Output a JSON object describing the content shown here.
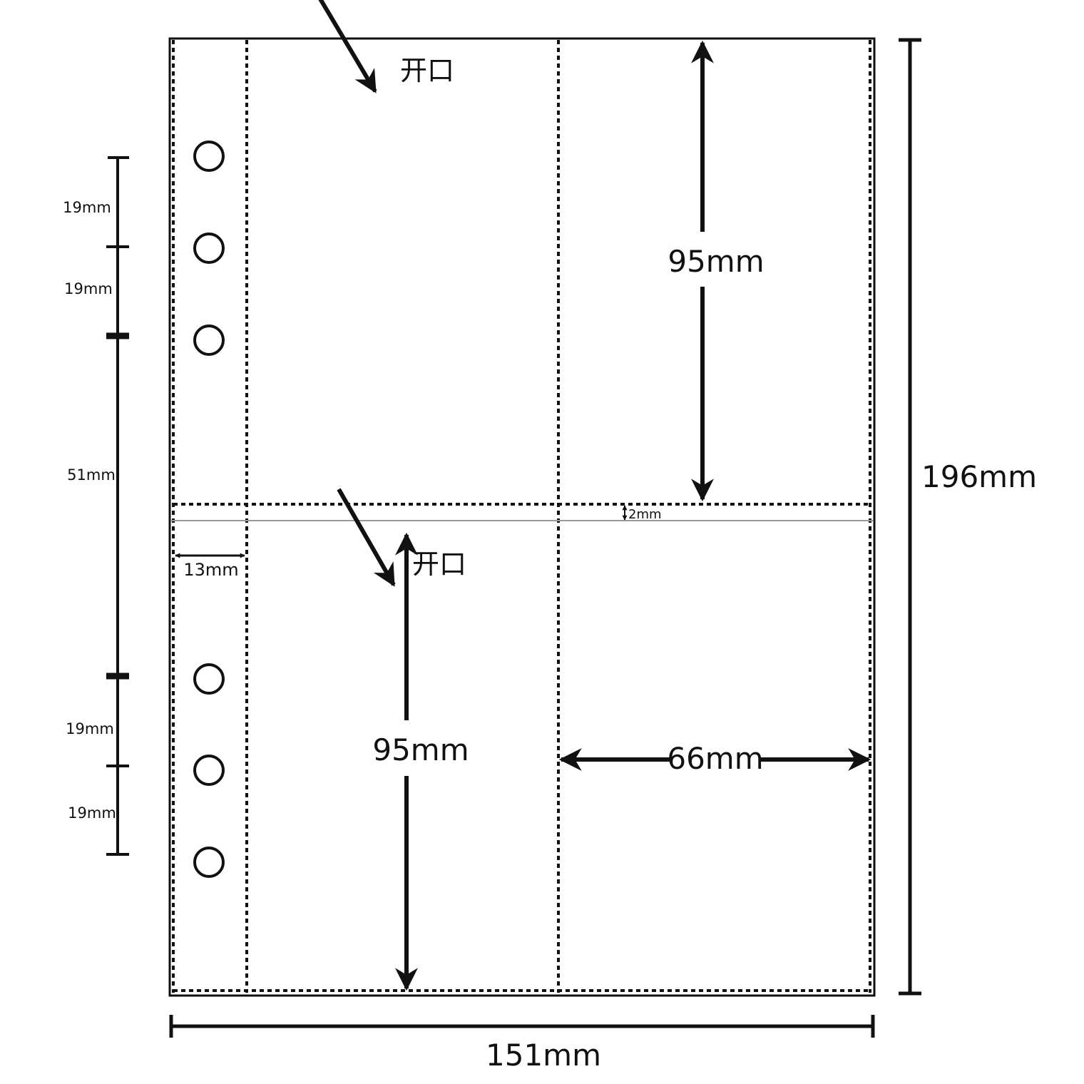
{
  "diagram": {
    "opening_top": "开口",
    "opening_bottom": "开口",
    "pocket_height_top": "95mm",
    "pocket_height_bottom": "95mm",
    "pocket_width": "66mm",
    "seam_gap": "2mm",
    "binding_strip_width": "13mm",
    "sheet_width": "151mm",
    "sheet_height": "196mm",
    "hole_spacing": [
      "19mm",
      "19mm",
      "51mm",
      "19mm",
      "19mm"
    ]
  },
  "colors": {
    "line": "#111111",
    "seam": "#999999",
    "background": "#ffffff"
  }
}
